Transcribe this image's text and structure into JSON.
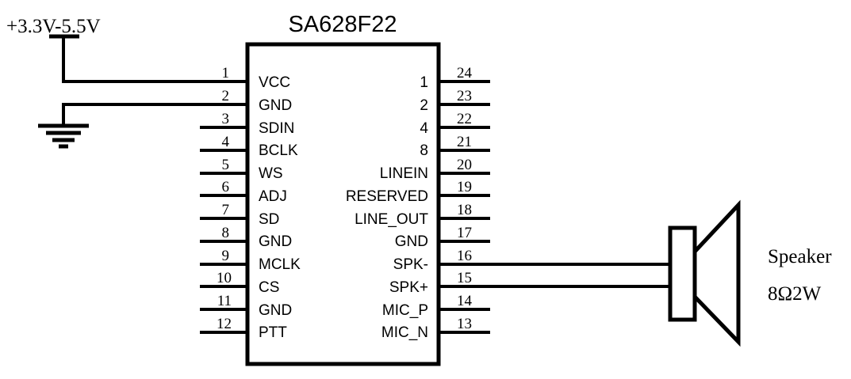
{
  "diagram": {
    "title_text": "SA628F22",
    "background_color": "#ffffff",
    "line_color": "#000000"
  },
  "power": {
    "rail_label": "+3.3V-5.5V",
    "ground_symbol_name": "earth-ground"
  },
  "chip": {
    "name": "SA628F22",
    "left_pins": [
      {
        "number": "1",
        "label": "VCC"
      },
      {
        "number": "2",
        "label": "GND"
      },
      {
        "number": "3",
        "label": "SDIN"
      },
      {
        "number": "4",
        "label": "BCLK"
      },
      {
        "number": "5",
        "label": "WS"
      },
      {
        "number": "6",
        "label": "ADJ"
      },
      {
        "number": "7",
        "label": "SD"
      },
      {
        "number": "8",
        "label": "GND"
      },
      {
        "number": "9",
        "label": "MCLK"
      },
      {
        "number": "10",
        "label": "CS"
      },
      {
        "number": "11",
        "label": "GND"
      },
      {
        "number": "12",
        "label": "PTT"
      }
    ],
    "right_pins": [
      {
        "number": "24",
        "label": "1"
      },
      {
        "number": "23",
        "label": "2"
      },
      {
        "number": "22",
        "label": "4"
      },
      {
        "number": "21",
        "label": "8"
      },
      {
        "number": "20",
        "label": "LINEIN"
      },
      {
        "number": "19",
        "label": "RESERVED"
      },
      {
        "number": "18",
        "label": "LINE_OUT"
      },
      {
        "number": "17",
        "label": "GND"
      },
      {
        "number": "16",
        "label": "SPK-"
      },
      {
        "number": "15",
        "label": "SPK+"
      },
      {
        "number": "14",
        "label": "MIC_P"
      },
      {
        "number": "13",
        "label": "MIC_N"
      }
    ]
  },
  "speaker": {
    "name_label": "Speaker",
    "rating_label": "8Ω2W"
  }
}
